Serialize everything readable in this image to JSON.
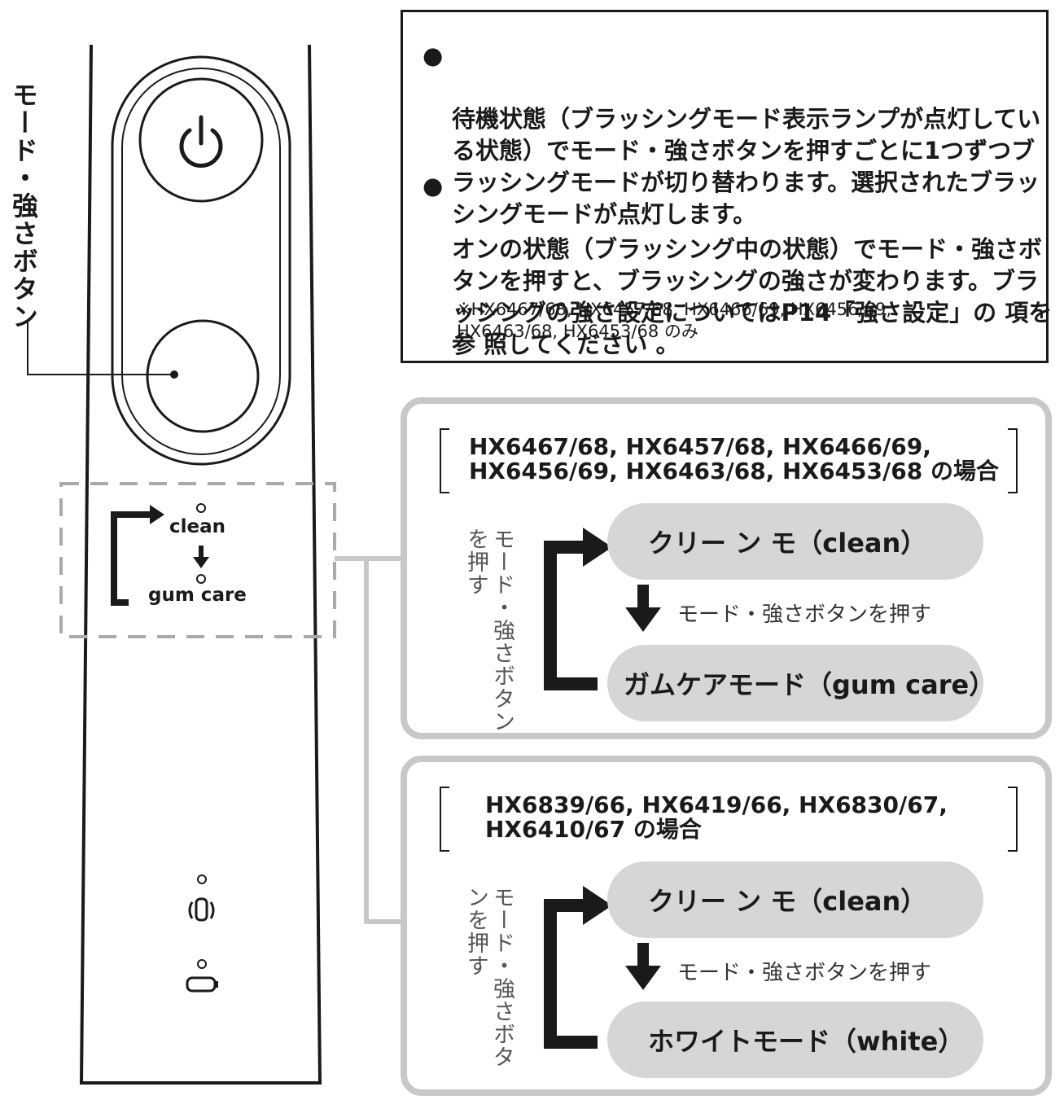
{
  "side_label": "モード・強さボタン",
  "panel": {
    "mode_top": "clean",
    "mode_bottom": "gum care"
  },
  "notes": {
    "item1": "待機状態（ブラッシングモード表示ランプが点灯している状態）でモード・強さボタンを押すごとに1つずつブラッシングモードが切り替わります。選択されたブラッシングモードが点灯します。",
    "item2": "オンの状態（ブラッシング中の状態）でモード・強さボタンを押すと、ブラッシングの強さが変わります。ブラッシングの強さ設定についてはP14「強さ設定」の 項を 参 照してください 。",
    "footnote": "※HX6467/68, HX6457/68, HX6466/69, HX6456/69,\nHX6463/68, HX6453/68 のみ",
    "bullet": "●"
  },
  "box1": {
    "heading": "HX6467/68, HX6457/68, HX6466/69,\nHX6456/69, HX6463/68, HX6453/68 の場合",
    "vertical_label": "モード・強さボタンを押す",
    "mode1": "クリー ン モ（clean）",
    "step": "モード・強さボタンを押す",
    "mode2": "ガムケアモード（gum care）"
  },
  "box2": {
    "heading": "HX6839/66, HX6419/66, HX6830/67,\nHX6410/67 の場合",
    "vertical_label": "モード・強さボタンを押す",
    "mode1": "クリー ン モ（clean）",
    "step": "モード・強さボタンを押す",
    "mode2": "ホワイトモード（white）"
  },
  "colors": {
    "ink": "#1a1a1a",
    "box_border": "#c8c8c8",
    "pill_fill": "#d6d6d6"
  }
}
